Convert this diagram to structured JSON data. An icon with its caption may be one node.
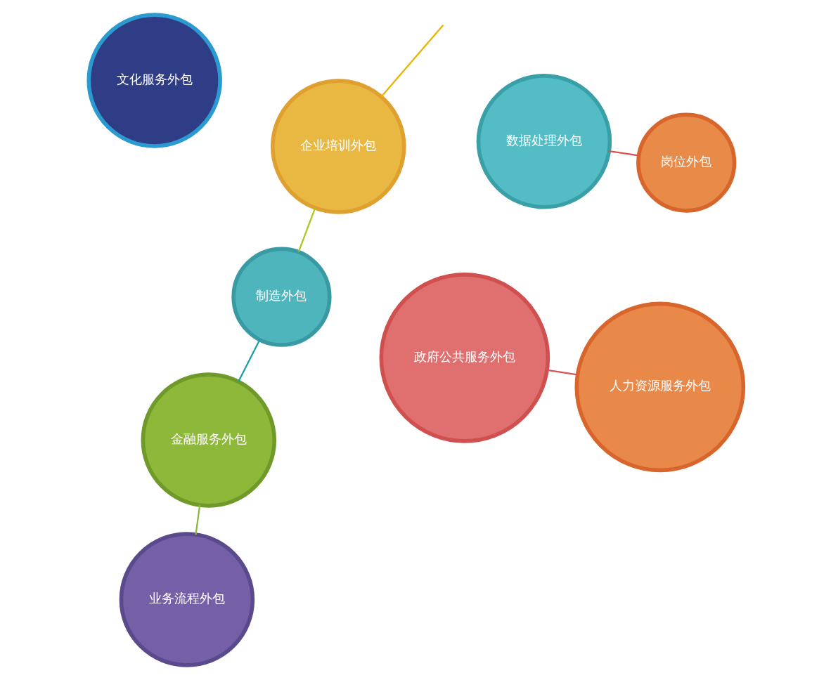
{
  "diagram": {
    "nodes": [
      {
        "text": [
          "政府公共服务外包"
        ]
      },
      {
        "text": [
          "金融服务外包"
        ]
      },
      {
        "text": [
          "文化服务外包"
        ]
      },
      {
        "text": [
          "制造外包"
        ]
      },
      {
        "text": [
          "数据处理外包"
        ]
      },
      {
        "text": [
          "人力资源服务外包"
        ]
      },
      {
        "text": [
          "业务流程外包"
        ]
      },
      {
        "text": [
          "企业培训外包"
        ]
      },
      {
        "text": [
          "岗位外包"
        ]
      }
    ],
    "edges": [
      {
        "from": 0,
        "to": 5,
        "arrow": "none",
        "color": "#d9534f"
      },
      {
        "from": 1,
        "to": 3,
        "arrow": "none",
        "color": "#1aa0a8"
      },
      {
        "from": 1,
        "to": 6,
        "arrow": "none",
        "color": "#8db83a"
      },
      {
        "from": 3,
        "to": 7,
        "arrow": "none",
        "color": "#a8c81e"
      },
      {
        "from": 4,
        "to": 8,
        "arrow": "none",
        "color": "#d9534f"
      },
      {
        "from": 7,
        "to": null,
        "arrow": "none",
        "color": "#e8b400"
      }
    ]
  }
}
